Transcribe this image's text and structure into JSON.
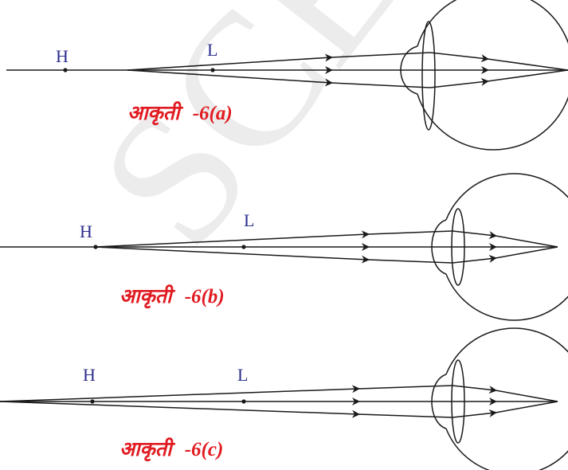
{
  "colors": {
    "line": "#1a1a1a",
    "point_label": "#2b2e8c",
    "caption": "#e11b22",
    "watermark": "#e8e8e8"
  },
  "figures": [
    {
      "id": "a",
      "labels": {
        "near_point": "H",
        "far_point": "L"
      },
      "caption": {
        "word": "आकृती",
        "suffix": "-6(a)"
      }
    },
    {
      "id": "b",
      "labels": {
        "near_point": "H",
        "far_point": "L"
      },
      "caption": {
        "word": "आकृती",
        "suffix": "-6(b)"
      }
    },
    {
      "id": "c",
      "labels": {
        "near_point": "H",
        "far_point": "L"
      },
      "caption": {
        "word": "आकृती",
        "suffix": "-6(c)"
      }
    }
  ],
  "watermark": {
    "text": "SCERT"
  }
}
